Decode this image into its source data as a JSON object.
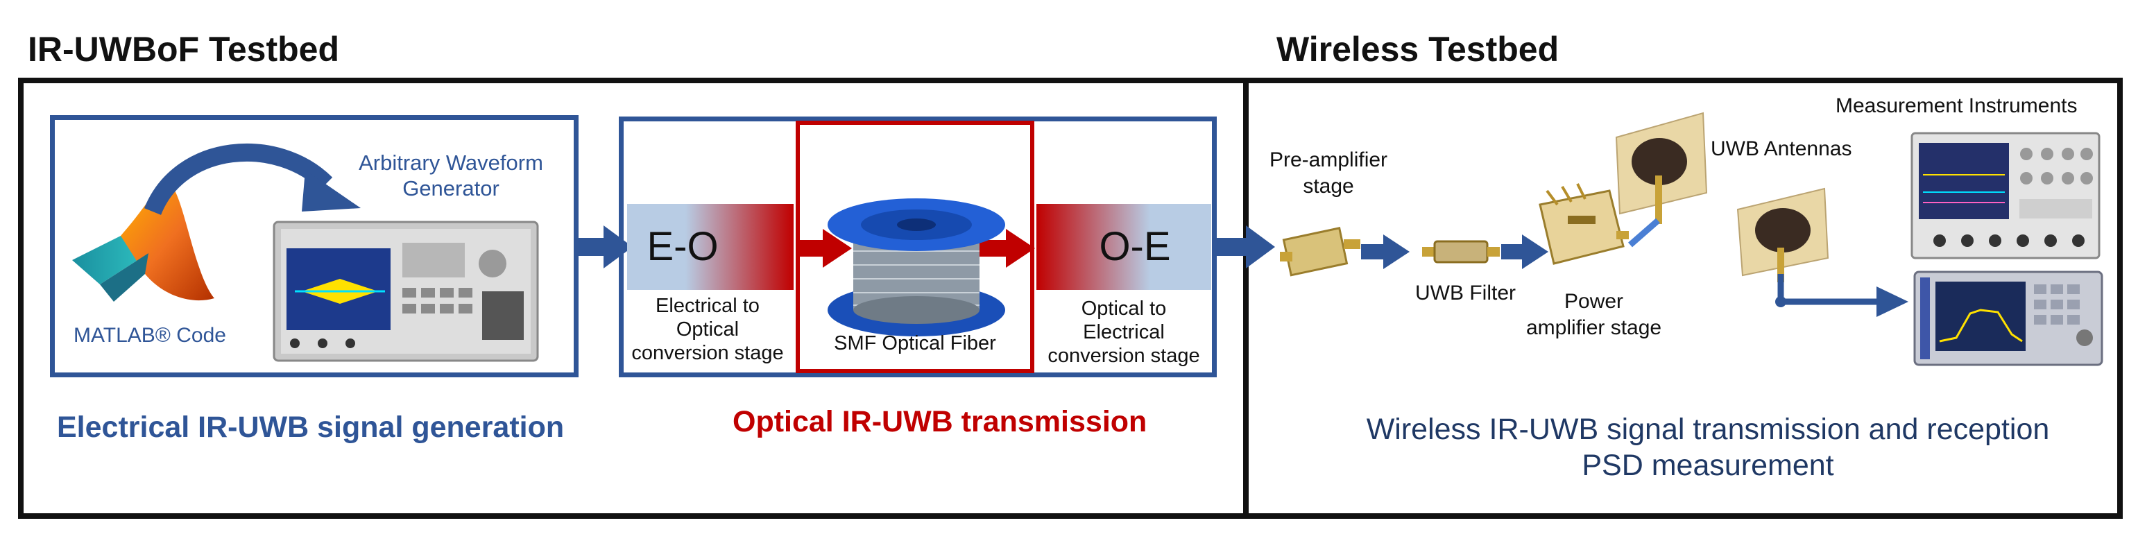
{
  "titles": {
    "left": "IR-UWBoF Testbed",
    "right": "Wireless Testbed"
  },
  "electrical": {
    "awg_label": "Arbitrary Waveform\nGenerator",
    "matlab_label": "MATLAB®  Code",
    "caption": "Electrical IR-UWB signal generation"
  },
  "optical": {
    "eo_block": "E-O",
    "oe_block": "O-E",
    "eo_desc": "Electrical to\nOptical\nconversion stage",
    "fiber_desc": "SMF Optical Fiber",
    "oe_desc": "Optical to\nElectrical\nconversion stage",
    "caption": "Optical IR-UWB transmission"
  },
  "wireless": {
    "preamp_label": "Pre-amplifier\nstage",
    "filter_label": "UWB Filter",
    "power_amp_label": "Power\namplifier stage",
    "antennas_label": "UWB Antennas",
    "instruments_label": "Measurement Instruments",
    "caption": "Wireless IR-UWB signal transmission and reception\nPSD measurement"
  },
  "colors": {
    "blue": "#2f5597",
    "red": "#c00000",
    "navy": "#1f3864",
    "black": "#111111"
  }
}
